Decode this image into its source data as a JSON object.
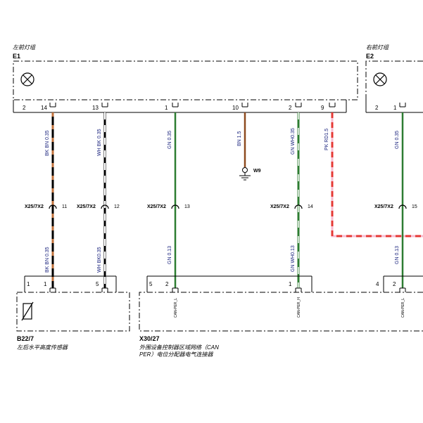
{
  "components": {
    "e1": {
      "id": "E1",
      "desc": "左前灯组"
    },
    "e2": {
      "id": "E2",
      "desc": "右前灯组"
    },
    "b22": {
      "id": "B22/7",
      "desc": "左后水平高度传感器"
    },
    "x30": {
      "id": "X30/27",
      "desc_line1": "外围设备控制器区域网络（CAN",
      "desc_line2": "PER）电位分配器电气连接器"
    }
  },
  "e1_pins": {
    "p2": "2",
    "p14": "14",
    "p13": "13",
    "p1": "1",
    "p10": "10",
    "p2b": "2",
    "p9": "9"
  },
  "e2_pins": {
    "p2": "2",
    "p1": "1"
  },
  "wires_top": {
    "w1": "BK BN 0.35",
    "w2": "WH BK 0.35",
    "w3": "GN 0.35",
    "w4": "BN 1.5",
    "w5": "GN WH0.35",
    "w6": "PK RD1.5",
    "w7": "GN 0.35"
  },
  "wires_bottom": {
    "w1": "BK BN 0.35",
    "w2": "WH BK0.35",
    "w3": "GN 0.13",
    "w5": "GN WH0.13",
    "w7": "GN 0.13"
  },
  "ground": {
    "label": "W9"
  },
  "connectors": {
    "c11": {
      "name": "X25/7X2",
      "pin": "11"
    },
    "c12": {
      "name": "X25/7X2",
      "pin": "12"
    },
    "c13": {
      "name": "X25/7X2",
      "pin": "13"
    },
    "c14": {
      "name": "X25/7X2",
      "pin": "14"
    },
    "c15": {
      "name": "X25/7X2",
      "pin": "15"
    }
  },
  "b22_pins": {
    "p1a": "1",
    "p1b": "1",
    "p5": "5"
  },
  "x30_pins": {
    "p5": "5",
    "p2": "2",
    "p1": "1"
  },
  "x30_signals": {
    "s1": "CAN-PER_L",
    "s2": "CAN-PER_H"
  },
  "right_bottom": {
    "p4": "4",
    "p2": "2",
    "sig": "CAN-PER_L"
  },
  "colors": {
    "green": "#2e7d32",
    "brown": "#8d4a1f",
    "black": "#000000",
    "pink": "#f48fb1",
    "red": "#e53935",
    "white_stripe": "#ffffff"
  }
}
